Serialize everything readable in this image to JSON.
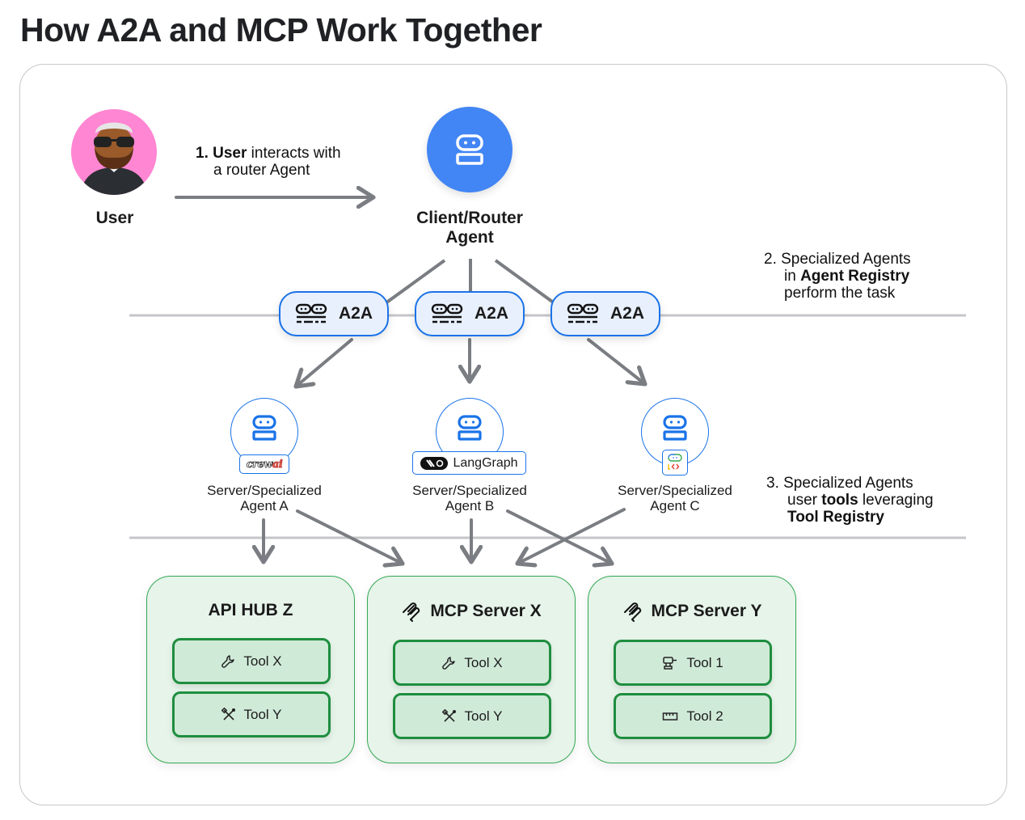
{
  "title": "How A2A and MCP Work Together",
  "user": {
    "label": "User",
    "icon": "user-avatar"
  },
  "step1": {
    "number": "1.",
    "bold": "User",
    "text1": " interacts with",
    "text2": "a router Agent"
  },
  "router": {
    "label_line1": "Client/Router",
    "label_line2": "Agent",
    "icon": "robot-icon",
    "color": "#4285f4"
  },
  "step2": {
    "line1_prefix": "2. ",
    "line1": "Specialized Agents",
    "line2_prefix": "in ",
    "line2_bold": "Agent Registry",
    "line3": "perform the task"
  },
  "a2a_nodes": [
    {
      "label": "A2A",
      "icon": "a2a-protocol-icon"
    },
    {
      "label": "A2A",
      "icon": "a2a-protocol-icon"
    },
    {
      "label": "A2A",
      "icon": "a2a-protocol-icon"
    }
  ],
  "agents": [
    {
      "line1": "Server/Specialized",
      "line2": "Agent A",
      "badge": "crewai",
      "badge_type": "crewai-logo"
    },
    {
      "line1": "Server/Specialized",
      "line2": "Agent B",
      "badge": "LangGraph",
      "badge_type": "langgraph-logo"
    },
    {
      "line1": "Server/Specialized",
      "line2": "Agent C",
      "badge": "",
      "badge_type": "agent-development-kit-logo"
    }
  ],
  "step3": {
    "line1": "3. Specialized Agents",
    "line2_prefix": "user ",
    "line2_bold": "tools",
    "line2_suffix": " leveraging",
    "line3": "Tool Registry"
  },
  "servers": [
    {
      "title": "API HUB Z",
      "icon": "",
      "tools": [
        {
          "label": "Tool X",
          "icon": "wrench-icon"
        },
        {
          "label": "Tool Y",
          "icon": "tools-crossed-icon"
        }
      ]
    },
    {
      "title": "MCP Server X",
      "icon": "mcp-icon",
      "tools": [
        {
          "label": "Tool X",
          "icon": "wrench-icon"
        },
        {
          "label": "Tool Y",
          "icon": "tools-crossed-icon"
        }
      ]
    },
    {
      "title": "MCP Server Y",
      "icon": "mcp-icon",
      "tools": [
        {
          "label": "Tool 1",
          "icon": "drill-icon"
        },
        {
          "label": "Tool 2",
          "icon": "ruler-icon"
        }
      ]
    }
  ],
  "colors": {
    "a2a_border": "#1a73e8",
    "a2a_fill": "#e8f0fe",
    "server_border": "#34a853",
    "server_fill": "#e6f4ea",
    "tool_border": "#1e8e3e",
    "tool_fill": "#d0ead8",
    "arrow": "#7a7d82",
    "divider": "#c4c6ca"
  }
}
